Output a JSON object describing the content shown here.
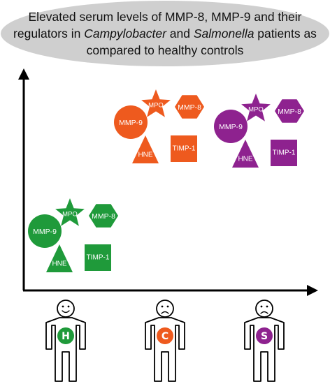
{
  "title": {
    "line1": "Elevated serum levels of MMP-8, MMP-9 and their",
    "line2_pre": "regulators in ",
    "line2_italic1": "Campylobacter",
    "line2_mid": " and ",
    "line2_italic2": "Salmonella",
    "line2_post": " patients as",
    "line3": "compared to healthy controls"
  },
  "colors": {
    "title_bg": "#cfcfcf",
    "healthy": "#1f9a3a",
    "campylobacter": "#ee5a1e",
    "salmonella": "#8e228f",
    "axis": "#000000"
  },
  "groups": [
    {
      "id": "healthy",
      "color_key": "healthy",
      "markers": {
        "mmp9": "MMP-9",
        "mpo": "MPO",
        "mmp8": "MMP-8",
        "hne": "HNE",
        "timp1": "TIMP-1"
      }
    },
    {
      "id": "campylobacter",
      "color_key": "campylobacter",
      "markers": {
        "mmp9": "MMP-9",
        "mpo": "MPO",
        "mmp8": "MMP-8",
        "hne": "HNE",
        "timp1": "TIMP-1"
      }
    },
    {
      "id": "salmonella",
      "color_key": "salmonella",
      "markers": {
        "mmp9": "MMP-9",
        "mpo": "MPO",
        "mmp8": "MMP-8",
        "hne": "HNE",
        "timp1": "TIMP-1"
      }
    }
  ],
  "people": [
    {
      "id": "healthy",
      "badge": "H",
      "mood": "happy",
      "color_key": "healthy"
    },
    {
      "id": "campylobacter",
      "badge": "C",
      "mood": "sad",
      "color_key": "campylobacter"
    },
    {
      "id": "salmonella",
      "badge": "S",
      "mood": "sad",
      "color_key": "salmonella"
    }
  ]
}
